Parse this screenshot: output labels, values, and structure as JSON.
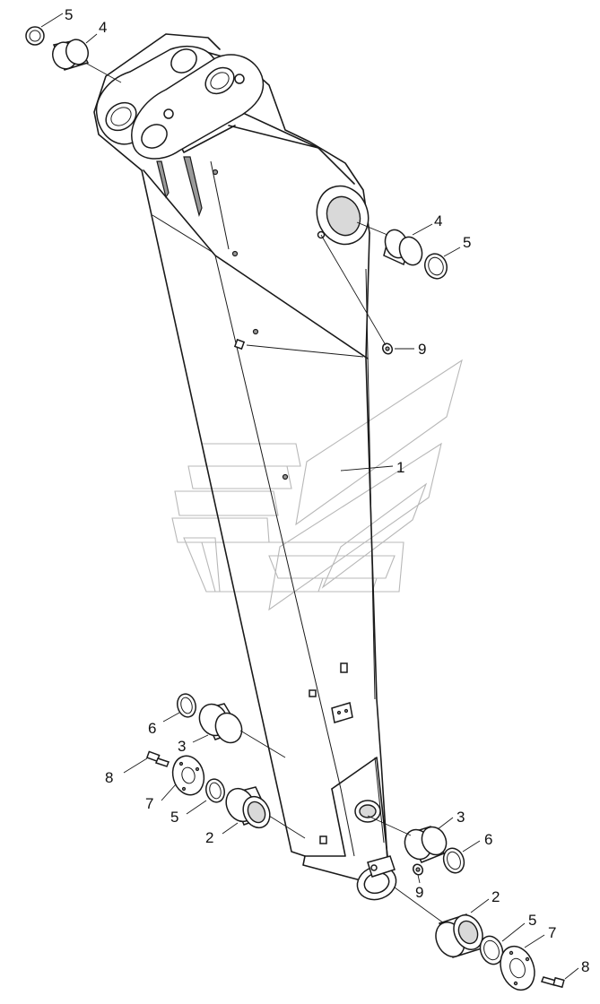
{
  "callouts": [
    {
      "id": "c-top-5",
      "text": "5"
    },
    {
      "id": "c-top-4",
      "text": "4"
    },
    {
      "id": "c-right-4",
      "text": "4"
    },
    {
      "id": "c-right-5",
      "text": "5"
    },
    {
      "id": "c-upper-9",
      "text": "9"
    },
    {
      "id": "c-1",
      "text": "1"
    },
    {
      "id": "c-left-6",
      "text": "6"
    },
    {
      "id": "c-left-3",
      "text": "3"
    },
    {
      "id": "c-left-8",
      "text": "8"
    },
    {
      "id": "c-left-7",
      "text": "7"
    },
    {
      "id": "c-left-5",
      "text": "5"
    },
    {
      "id": "c-left-2",
      "text": "2"
    },
    {
      "id": "c-right-3",
      "text": "3"
    },
    {
      "id": "c-right-6",
      "text": "6"
    },
    {
      "id": "c-lower-9",
      "text": "9"
    },
    {
      "id": "c-right-2",
      "text": "2"
    },
    {
      "id": "c-bottom-5",
      "text": "5"
    },
    {
      "id": "c-bottom-7",
      "text": "7"
    },
    {
      "id": "c-bottom-8",
      "text": "8"
    }
  ]
}
